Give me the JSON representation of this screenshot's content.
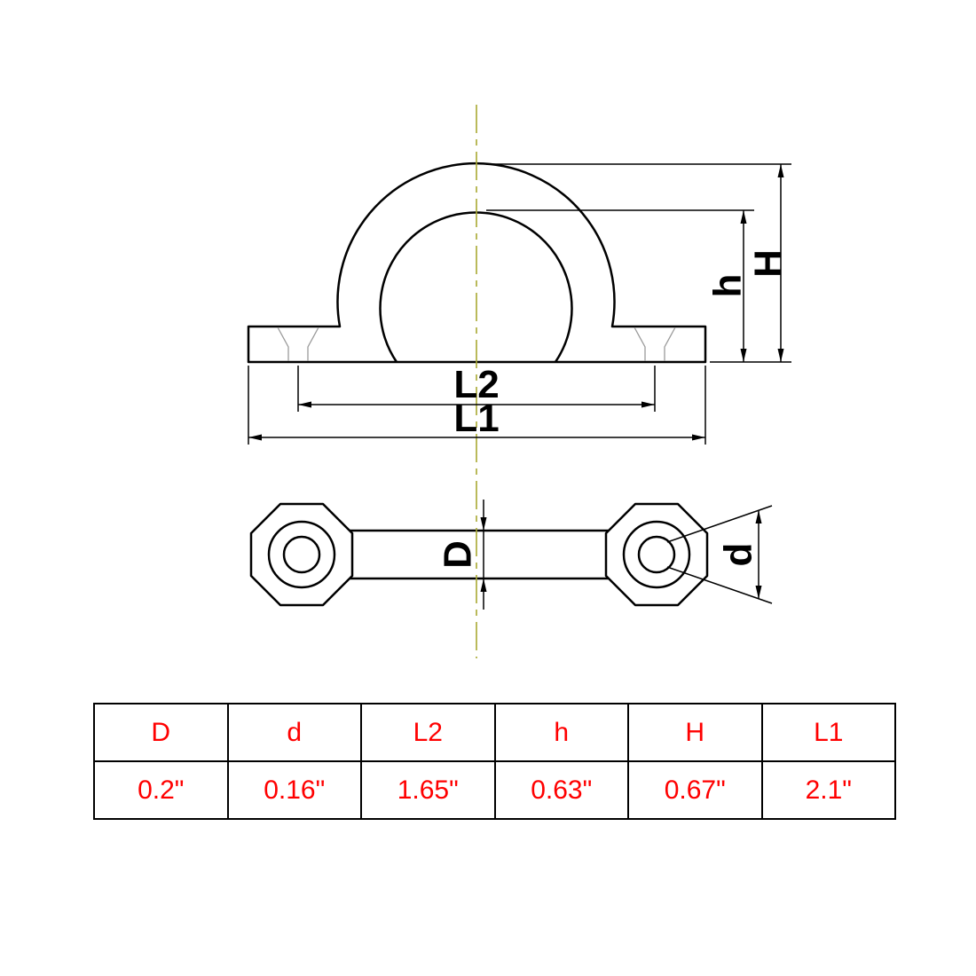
{
  "drawing": {
    "labels": {
      "H": "H",
      "h": "h",
      "L2": "L2",
      "L1": "L1",
      "D": "D",
      "d": "d"
    }
  },
  "table": {
    "headers": [
      "D",
      "d",
      "L2",
      "h",
      "H",
      "L1"
    ],
    "values": [
      "0.2\"",
      "0.16\"",
      "1.65\"",
      "0.63\"",
      "0.67\"",
      "2.1\""
    ]
  },
  "colors": {
    "drawing_line": "#000000",
    "centerline": "#a8a832",
    "countersink_line": "#9a9a9a",
    "table_text": "#ff0000",
    "table_border": "#000000",
    "label_text": "#000000",
    "background": "#ffffff"
  }
}
